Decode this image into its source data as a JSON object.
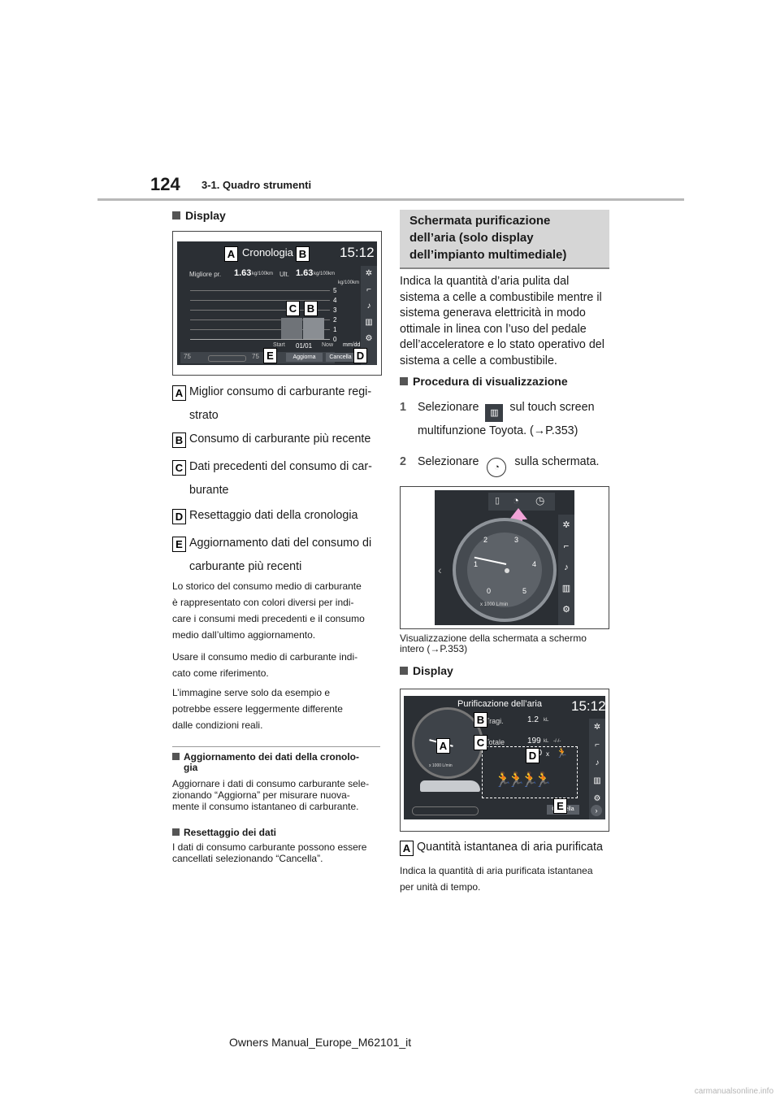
{
  "header": {
    "page_number": "124",
    "section": "3-1. Quadro strumenti"
  },
  "left": {
    "display_heading": "Display",
    "screen1": {
      "title": "Cronologia",
      "time": "15:12",
      "best_label": "Migliore pr.",
      "best_value": "1.63",
      "unit": "kg/100km",
      "last_label": "Ult.",
      "last_value": "1.63",
      "y_unit": "kg/100km",
      "y_ticks": [
        "5",
        "4",
        "3",
        "2",
        "1",
        "0"
      ],
      "x_start": "Start",
      "x_date": "01/01",
      "x_now": "Now",
      "x_fmt": "mm/dd",
      "left_num": "75",
      "right_num": "75",
      "btn_update": "Aggiorna",
      "btn_cancel": "Cancella",
      "callouts": {
        "a": "A",
        "b": "B",
        "c": "C",
        "d": "D",
        "e": "E"
      }
    },
    "legend": [
      {
        "key": "A",
        "line1": "Miglior consumo di carburante regi-",
        "line2": "strato"
      },
      {
        "key": "B",
        "line1": "Consumo di carburante più recente",
        "line2": ""
      },
      {
        "key": "C",
        "line1": "Dati precedenti del consumo di car-",
        "line2": "burante"
      },
      {
        "key": "D",
        "line1": "Resettaggio dati della cronologia",
        "line2": ""
      },
      {
        "key": "E",
        "line1": "Aggiornamento dati del consumo di",
        "line2": "carburante più recenti"
      }
    ],
    "para1": [
      "Lo storico del consumo medio di carburante",
      "è rappresentato con colori diversi per indi-",
      "care i consumi medi precedenti e il consumo",
      "medio dall’ultimo aggiornamento."
    ],
    "para2": [
      "Usare il consumo medio di carburante indi-",
      "cato come riferimento."
    ],
    "para3": [
      "L’immagine serve solo da esempio e",
      "potrebbe essere leggermente differente",
      "dalle condizioni reali."
    ],
    "sub1_title": [
      "Aggiornamento dei dati della cronolo-",
      "gia"
    ],
    "sub1_text": [
      "Aggiornare i dati di consumo carburante sele-",
      "zionando “Aggiorna” per misurare nuova-",
      "mente il consumo istantaneo di carburante."
    ],
    "sub2_title": "Resettaggio dei dati",
    "sub2_text": [
      "I dati di consumo carburante possono essere",
      "cancellati selezionando “Cancella”."
    ]
  },
  "right": {
    "box_title": [
      "Schermata purificazione",
      "dell’aria (solo display",
      "dell’impianto multimediale)"
    ],
    "intro": [
      "Indica la quantità d’aria pulita dal",
      "sistema a celle a combustibile mentre il",
      "sistema generava elettricità in modo",
      "ottimale in linea con l’uso del pedale",
      "dell’acceleratore e lo stato operativo del",
      "sistema a celle a combustibile."
    ],
    "procedure_heading": "Procedura di visualizzazione",
    "step1_num": "1",
    "step1_a": "Selezionare",
    "step1_b": "sul touch screen",
    "step1_c": "multifunzione Toyota. (→P.353)",
    "step2_num": "2",
    "step2_a": "Selezionare",
    "step2_b": "sulla schermata.",
    "screen2": {
      "gauge_unit": "x 1000 L/min",
      "ticks": [
        "0",
        "1",
        "2",
        "3",
        "4",
        "5"
      ]
    },
    "caption": [
      "Visualizzazione della schermata a schermo",
      "intero (→P.353)"
    ],
    "display_heading": "Display",
    "screen3": {
      "title": "Purificazione dell’aria",
      "time": "15:12",
      "trip_label": "Tragi.",
      "trip_value": "1.2",
      "trip_unit": "kL",
      "total_label": "Totale",
      "total_value": "199",
      "total_unit": "kL",
      "total_date": "-/-/-",
      "count": "10",
      "count_x": "x",
      "gauge_unit": "x 1000 L/min",
      "btn_cancel": "Cancella",
      "callouts": {
        "a": "A",
        "b": "B",
        "c": "C",
        "d": "D",
        "e": "E"
      }
    },
    "legend_a": "Quantità istantanea di aria purificata",
    "legend_a_key": "A",
    "para": [
      "Indica la quantità di aria purificata istantanea",
      "per unità di tempo."
    ]
  },
  "footer": "Owners Manual_Europe_M62101_it",
  "watermark": "carmanualsonline.info"
}
